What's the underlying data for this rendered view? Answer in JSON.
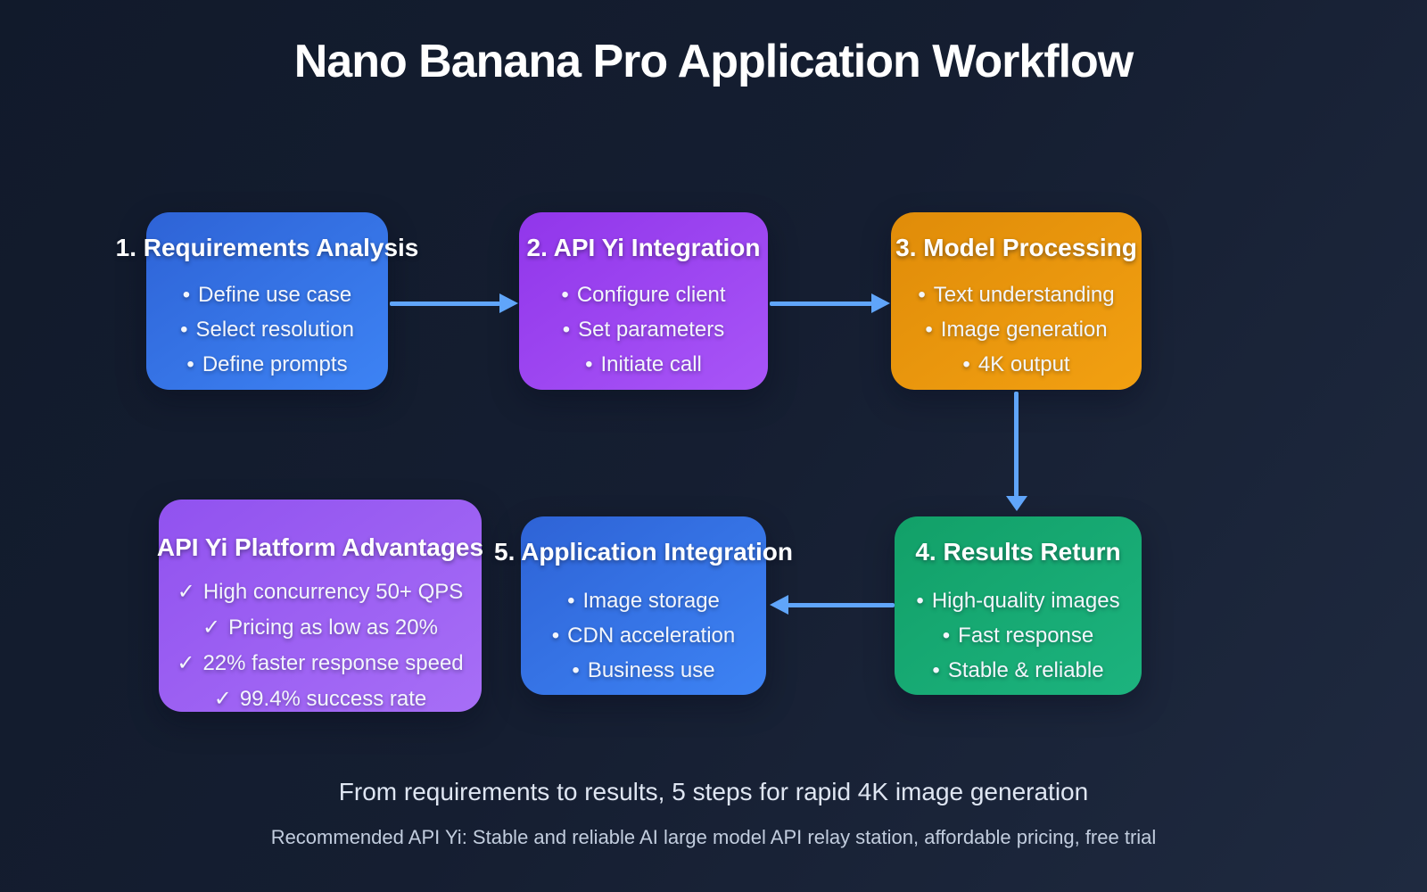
{
  "page": {
    "title": "Nano Banana Pro Application Workflow"
  },
  "glyphs": {
    "bullet": "•",
    "check": "✓"
  },
  "colors": {
    "background_start": "#111a2b",
    "background_end": "#1f2a40",
    "arrow": "#60a5fa",
    "node_step1": [
      "#2e63d6",
      "#3d83f4"
    ],
    "node_step2": [
      "#9136ea",
      "#a855f7"
    ],
    "node_step3": [
      "#e08c09",
      "#f2a011"
    ],
    "node_step4": [
      "#12a068",
      "#1cb37e"
    ],
    "node_step5": [
      "#2e63d6",
      "#3d83f4"
    ],
    "node_advantages": [
      "#9152ef",
      "#a76ef6"
    ],
    "title_text": "#ffffff",
    "body_text": "#f3f6fc",
    "summary_text": "#dfe6f2",
    "recommendation_text": "#c2cdde"
  },
  "nodes": {
    "step1": {
      "title": "1. Requirements Analysis",
      "items": [
        "Define use case",
        "Select resolution",
        "Define prompts"
      ]
    },
    "step2": {
      "title": "2. API Yi Integration",
      "items": [
        "Configure client",
        "Set parameters",
        "Initiate call"
      ]
    },
    "step3": {
      "title": "3. Model Processing",
      "items": [
        "Text understanding",
        "Image generation",
        "4K output"
      ]
    },
    "step4": {
      "title": "4. Results Return",
      "items": [
        "High-quality images",
        "Fast response",
        "Stable & reliable"
      ]
    },
    "step5": {
      "title": "5. Application Integration",
      "items": [
        "Image storage",
        "CDN acceleration",
        "Business use"
      ]
    },
    "advantages": {
      "title": "API Yi Platform Advantages",
      "items": [
        "High concurrency 50+ QPS",
        "Pricing as low as 20%",
        "22% faster response speed",
        "99.4% success rate"
      ]
    }
  },
  "connections": [
    {
      "from": "step1",
      "to": "step2",
      "direction": "right"
    },
    {
      "from": "step2",
      "to": "step3",
      "direction": "right"
    },
    {
      "from": "step3",
      "to": "step4",
      "direction": "down"
    },
    {
      "from": "step4",
      "to": "step5",
      "direction": "left"
    }
  ],
  "footer": {
    "summary": "From requirements to results, 5 steps for rapid 4K image generation",
    "recommendation": "Recommended API Yi: Stable and reliable AI large model API relay station, affordable pricing, free trial"
  }
}
